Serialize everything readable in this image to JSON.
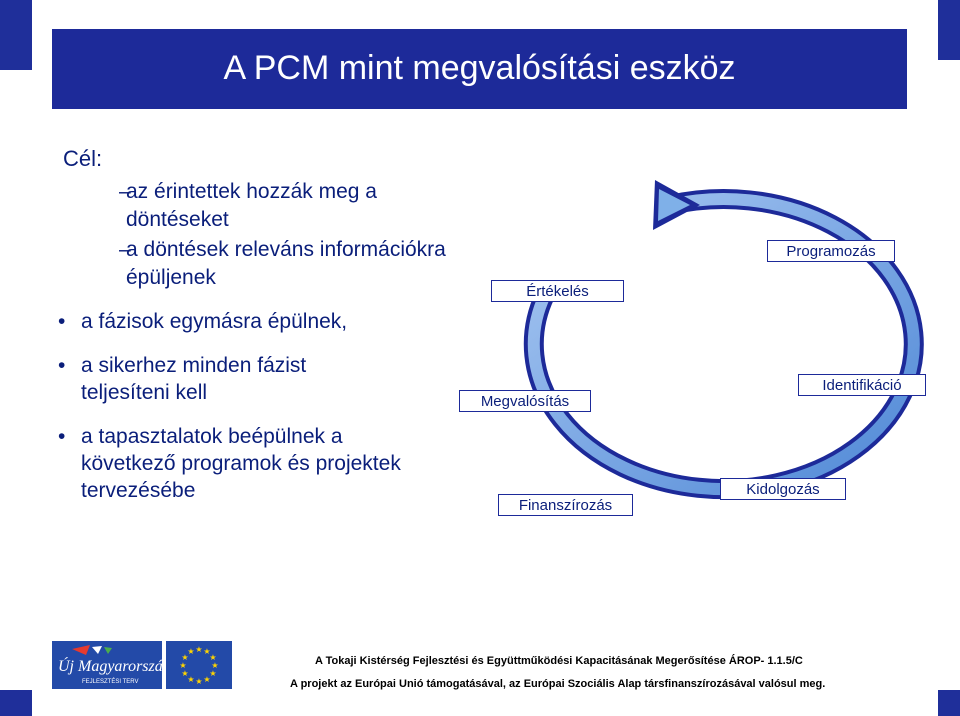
{
  "title": "A PCM mint megvalósítási eszköz",
  "goal_label": "Cél:",
  "dash_items": [
    "az érintettek hozzák meg a döntéseket",
    "a döntések releváns információkra épüljenek"
  ],
  "bullets": [
    "a fázisok egymásra épülnek,",
    "a sikerhez minden fázist teljesíteni kell",
    "a tapasztalatok beépülnek a következő programok és projektek tervezésébe"
  ],
  "phases": {
    "programming": "Programozás",
    "identification": "Identifikáció",
    "formulation": "Kidolgozás",
    "financing": "Finanszírozás",
    "implementation": "Megvalósítás",
    "evaluation": "Értékelés"
  },
  "footer": {
    "line1": "A Tokaji Kistérség Fejlesztési és Együttműködési Kapacitásának Megerősítése ÁROP- 1.1.5/C",
    "line2": "A projekt az Európai Unió támogatásával, az Európai Szociális Alap társfinanszírozásával valósul meg."
  },
  "logos": {
    "uj_magyarorszag_line1": "Új Magyarország",
    "uj_magyarorszag_line2": "FEJLESZTÉSI TERV"
  },
  "colors": {
    "title_bar": "#1d2a99",
    "text_blue": "#0a1e7a",
    "arrow_outer": "#1d2a99",
    "arrow_inner": "#7fb0e8"
  }
}
